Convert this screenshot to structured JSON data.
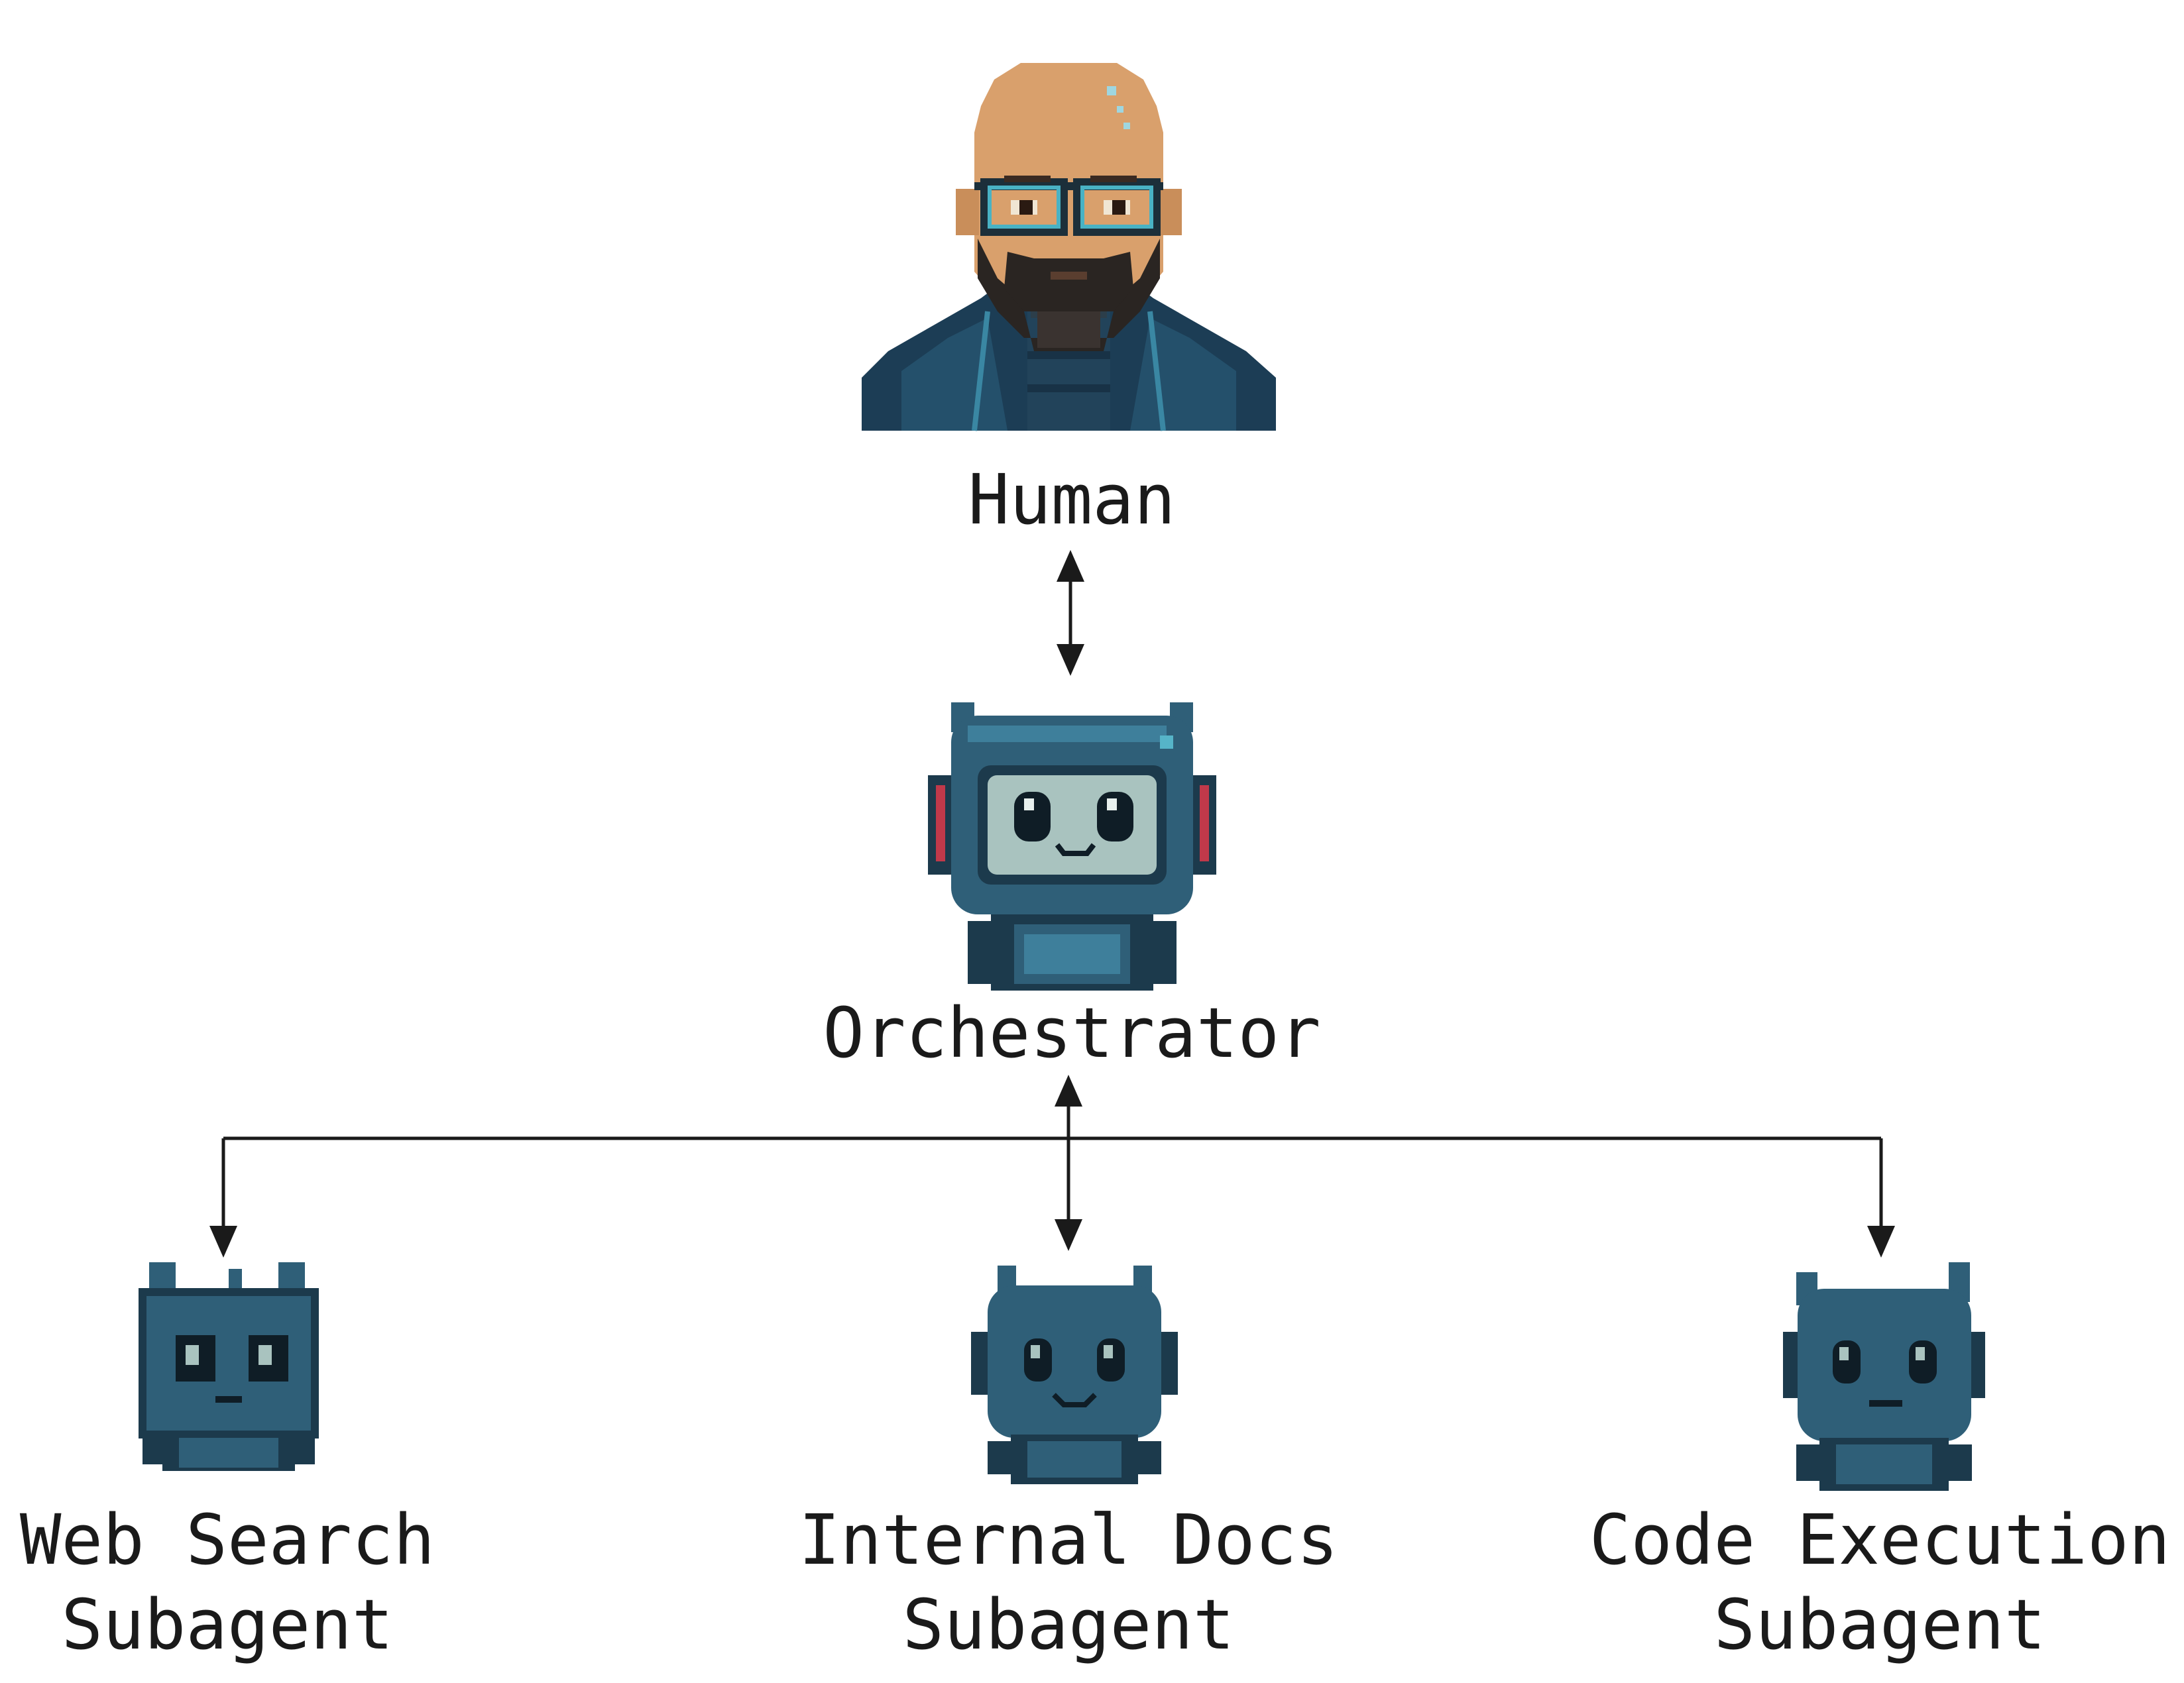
{
  "nodes": {
    "human": {
      "label": "Human",
      "icon": "human-avatar-icon"
    },
    "orchestrator": {
      "label": "Orchestrator",
      "icon": "orchestrator-robot-icon"
    },
    "web_search": {
      "label_line1": "Web Search",
      "label_line2": "Subagent",
      "icon": "web-search-robot-icon"
    },
    "internal_docs": {
      "label_line1": "Internal Docs",
      "label_line2": "Subagent",
      "icon": "internal-docs-robot-icon"
    },
    "code_execution": {
      "label_line1": "Code Execution",
      "label_line2": "Subagent",
      "icon": "code-execution-robot-icon"
    }
  },
  "edges": [
    {
      "from": "human",
      "to": "orchestrator",
      "bidirectional": true
    },
    {
      "from": "orchestrator",
      "to": "web_search",
      "bidirectional": false
    },
    {
      "from": "orchestrator",
      "to": "internal_docs",
      "bidirectional": true
    },
    {
      "from": "orchestrator",
      "to": "code_execution",
      "bidirectional": false
    }
  ],
  "colors": {
    "text": "#1a1a1a",
    "line": "#1a1a1a",
    "robot_body": "#2f5f78",
    "robot_dark": "#1c3a4c",
    "robot_light": "#3e7f9b",
    "robot_face": "#a9c3bf",
    "robot_eye": "#0f1d26",
    "headphone_red": "#c0394a",
    "skin": "#d9a06c",
    "skin_shadow": "#b97f4f",
    "beard": "#2a2522",
    "glasses": "#49b2c4",
    "jacket": "#1c3d55",
    "jacket_light": "#2e6480"
  }
}
